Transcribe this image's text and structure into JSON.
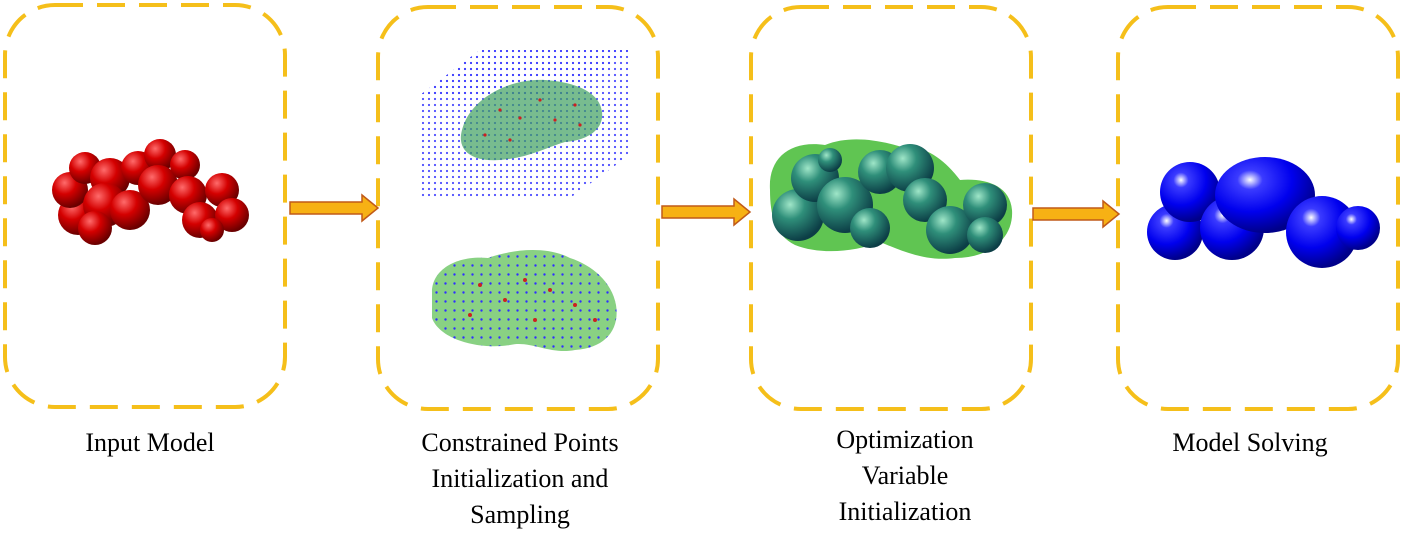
{
  "colors": {
    "border_dash": "#f5bf1a",
    "arrow_fill": "#f7b114",
    "arrow_stroke": "#c15a18",
    "input_model_red": "#c80000",
    "grid_point_blue": "#2f2fff",
    "surface_green": "#62c15a",
    "sphere_teal": "#1f6a6a",
    "solved_blue": "#0000ff"
  },
  "stages": [
    {
      "caption_lines": [
        "Input Model"
      ],
      "icon": "red-sphere-molecule"
    },
    {
      "caption_lines": [
        "Constrained Points",
        "Initialization and",
        "Sampling"
      ],
      "icon": "point-grid-and-sampled-surface"
    },
    {
      "caption_lines": [
        "Optimization",
        "Variable",
        "Initialization"
      ],
      "icon": "green-sphere-model"
    },
    {
      "caption_lines": [
        "Model Solving"
      ],
      "icon": "blue-solved-spheres"
    }
  ]
}
